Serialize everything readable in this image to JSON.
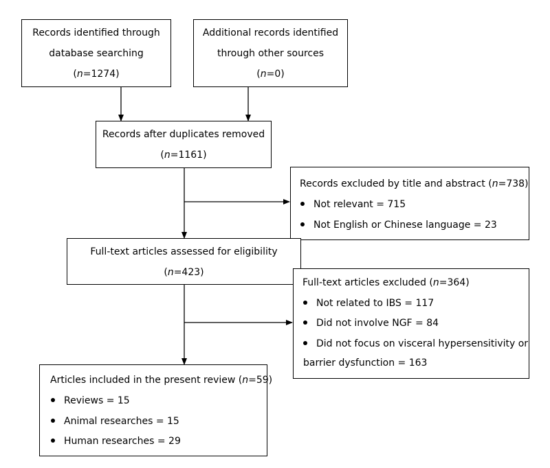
{
  "boxes": {
    "db_search": {
      "line1": "Records identified through",
      "line2": "database searching",
      "n_prefix": "(",
      "n_var": "n",
      "n_suffix": "=1274)"
    },
    "other_sources": {
      "line1": "Additional records identified",
      "line2": "through other sources",
      "n_prefix": "(",
      "n_var": "n",
      "n_suffix": "=0)"
    },
    "dedup": {
      "line1": "Records after duplicates removed",
      "n_prefix": "(",
      "n_var": "n",
      "n_suffix": "=1161)"
    },
    "excluded_title": {
      "header_prefix": "Records excluded by title and abstract (",
      "n_var": "n",
      "header_suffix": "=738)",
      "items": [
        "Not relevant = 715",
        "Not English or Chinese language = 23"
      ]
    },
    "fulltext": {
      "line1": "Full-text articles assessed for eligibility",
      "n_prefix": "(",
      "n_var": "n",
      "n_suffix": "=423)"
    },
    "excluded_fulltext": {
      "header_prefix": "Full-text articles excluded (",
      "n_var": "n",
      "header_suffix": "=364)",
      "items": [
        "Not related to IBS = 117",
        "Did not involve NGF = 84",
        "Did not focus on visceral hypersensitivity or",
        "barrier dysfunction = 163"
      ]
    },
    "included": {
      "header_prefix": "Articles included in the present review (",
      "n_var": "n",
      "header_suffix": "=59)",
      "items": [
        "Reviews = 15",
        "Animal researches = 15",
        "Human researches = 29"
      ]
    }
  }
}
